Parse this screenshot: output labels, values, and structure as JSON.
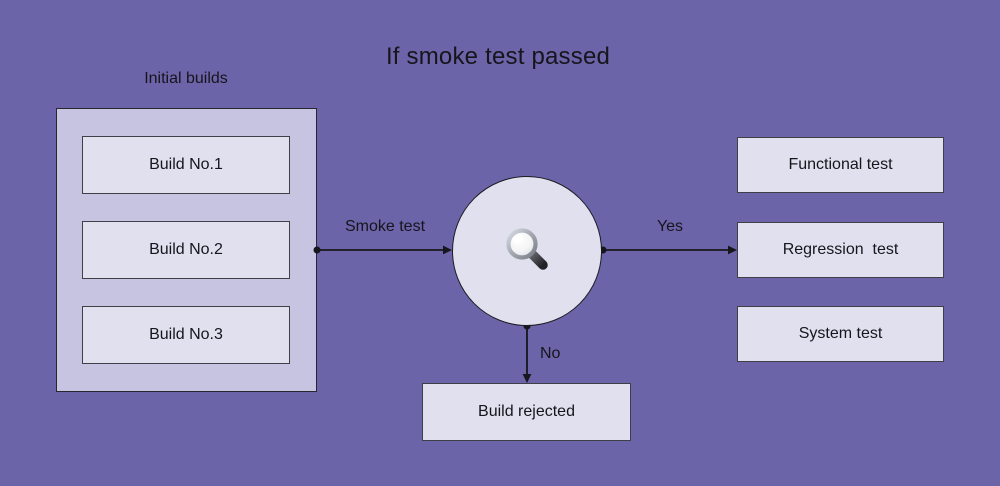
{
  "title": "If smoke test passed",
  "colors": {
    "background": "#6B64A8",
    "group_fill": "#C7C4E1",
    "node_fill": "#E1E0EE",
    "node_border": "#3F3F48",
    "group_border": "#26262E",
    "arrow": "#16161D",
    "text": "#15151C"
  },
  "initial_builds": {
    "label": "Initial builds",
    "builds": [
      {
        "label": "Build No.1"
      },
      {
        "label": "Build No.2"
      },
      {
        "label": "Build No.3"
      }
    ]
  },
  "decision": {
    "icon": "magnifying-glass-icon"
  },
  "edges": {
    "smoke_test_label": "Smoke test",
    "yes_label": "Yes",
    "no_label": "No"
  },
  "outcomes": [
    {
      "label": "Functional test"
    },
    {
      "label": "Regression  test"
    },
    {
      "label": "System test"
    }
  ],
  "rejected_label": "Build rejected"
}
